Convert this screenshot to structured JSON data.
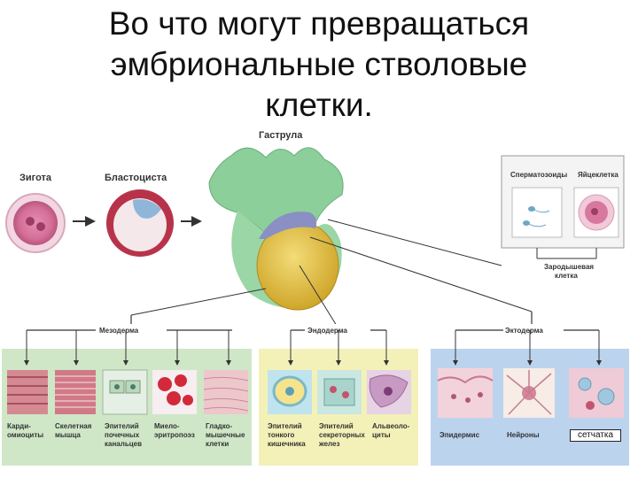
{
  "title": {
    "line1": "Во что могут превращаться",
    "line2": "эмбриональные стволовые",
    "line3": "клетки."
  },
  "stages": {
    "gastrula": "Гаструла",
    "zygote": "Зигота",
    "blastocyst": "Бластоциста"
  },
  "germ": {
    "sperm": "Сперматозоиды",
    "egg": "Яйцеклетка",
    "germ_cell_1": "Зародышевая",
    "germ_cell_2": "клетка"
  },
  "layers": {
    "mesoderm": "Мезодерма",
    "endoderm": "Эндодерма",
    "ectoderm": "Эктодерма"
  },
  "mesoderm_cells": [
    {
      "l1": "Карди-",
      "l2": "омиоциты",
      "l3": ""
    },
    {
      "l1": "Скелетная",
      "l2": "мышца",
      "l3": ""
    },
    {
      "l1": "Эпителий",
      "l2": "почечных",
      "l3": "канальцев"
    },
    {
      "l1": "Миело-",
      "l2": "эритропоэз",
      "l3": ""
    },
    {
      "l1": "Гладко-",
      "l2": "мышечные",
      "l3": "клетки"
    }
  ],
  "endoderm_cells": [
    {
      "l1": "Эпителий",
      "l2": "тонкого",
      "l3": "кишечника"
    },
    {
      "l1": "Эпителий",
      "l2": "секреторных",
      "l3": "желез"
    },
    {
      "l1": "Альвеоло-",
      "l2": "циты",
      "l3": ""
    }
  ],
  "ectoderm_cells": [
    {
      "l1": "Эпидермис"
    },
    {
      "l1": "Нейроны"
    }
  ],
  "retina": "сетчатка",
  "colors": {
    "mesoderm_panel": "#cfe7c7",
    "endoderm_panel": "#f4f1b8",
    "ectoderm_panel": "#bcd3ee",
    "gastrula_green": "#8ccf9b",
    "yolk": "#e3c646",
    "blastocyst_red": "#b8334a"
  }
}
